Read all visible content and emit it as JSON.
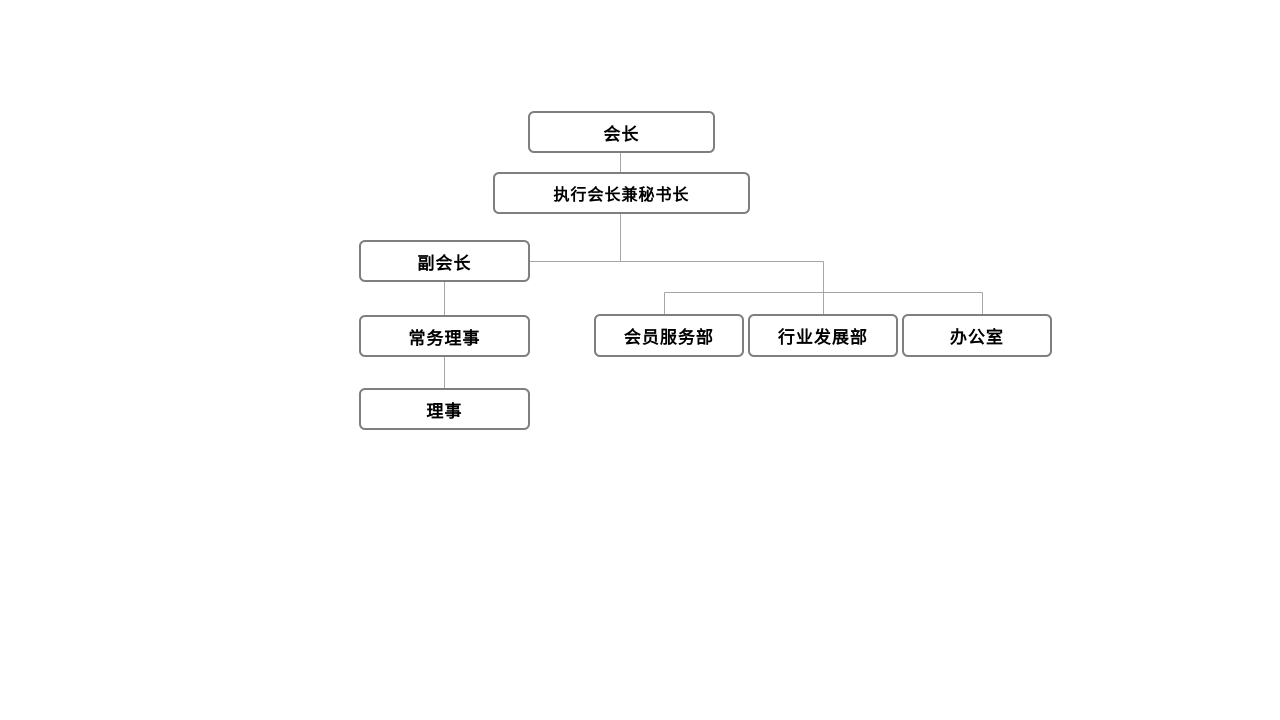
{
  "diagram": {
    "nodes": {
      "president": "会长",
      "executive": "执行会长兼秘书长",
      "vice_president": "副会长",
      "standing_director": "常务理事",
      "director": "理事",
      "member_services": "会员服务部",
      "industry_development": "行业发展部",
      "office": "办公室"
    }
  }
}
